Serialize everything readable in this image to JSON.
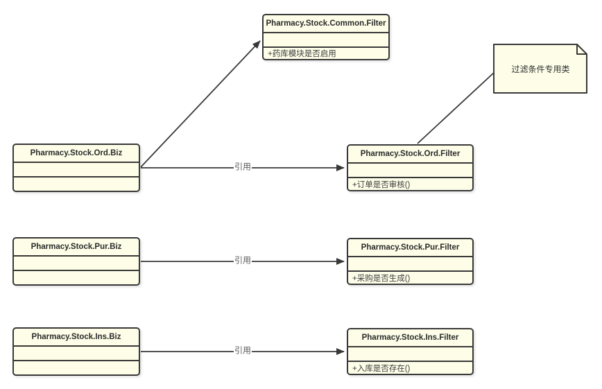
{
  "palette": {
    "background": "#ffffff",
    "node_fill": "#fdfde8",
    "node_border": "#383838",
    "edge_color": "#383838",
    "edge_label_color": "#595959",
    "title_color": "#2b2b2b",
    "member_color": "#3d3d3d"
  },
  "nodes": {
    "common_filter": {
      "title": "Pharmacy.Stock.Common.Filter",
      "attributes": "",
      "operations": "+药库模块是否启用"
    },
    "ord_biz": {
      "title": "Pharmacy.Stock.Ord.Biz",
      "attributes": "",
      "operations": ""
    },
    "pur_biz": {
      "title": "Pharmacy.Stock.Pur.Biz",
      "attributes": "",
      "operations": ""
    },
    "ins_biz": {
      "title": "Pharmacy.Stock.Ins.Biz",
      "attributes": "",
      "operations": ""
    },
    "ord_filter": {
      "title": "Pharmacy.Stock.Ord.Filter",
      "attributes": "",
      "operations": "+订单是否审核()"
    },
    "pur_filter": {
      "title": "Pharmacy.Stock.Pur.Filter",
      "attributes": "",
      "operations": "+采购是否生成()"
    },
    "ins_filter": {
      "title": "Pharmacy.Stock.Ins.Filter",
      "attributes": "",
      "operations": "+入库是否存在()"
    }
  },
  "note": {
    "text": "过滤条件专用类"
  },
  "edges": {
    "ord_ref_label": "引用",
    "pur_ref_label": "引用",
    "ins_ref_label": "引用"
  }
}
